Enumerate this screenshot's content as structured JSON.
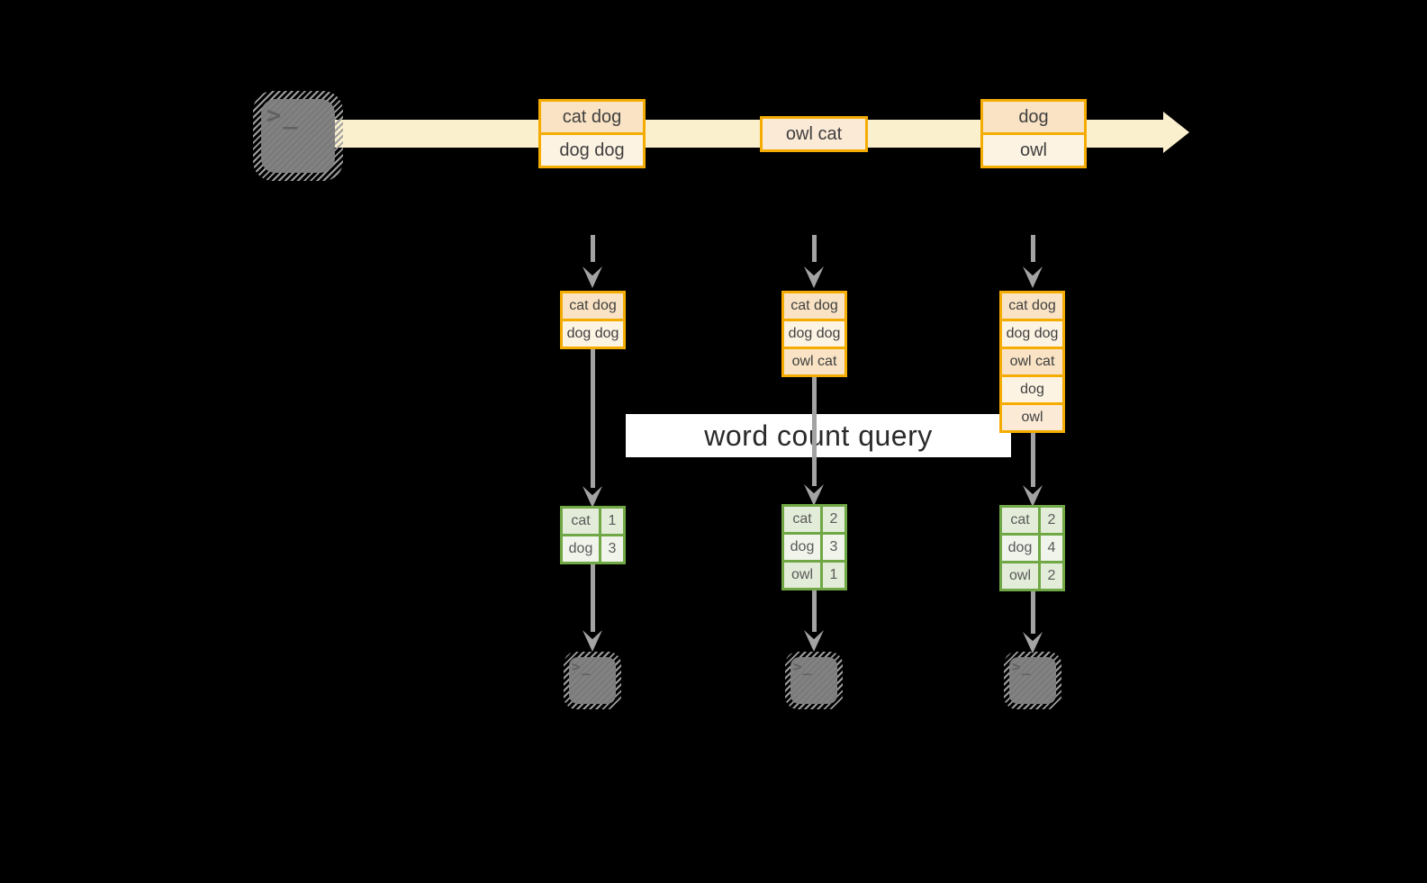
{
  "title_banner": {
    "label": "word count query"
  },
  "terminal": {
    "glyph": ">_"
  },
  "stream": {
    "events": [
      {
        "rows": [
          {
            "text": "cat dog"
          },
          {
            "text": "dog dog"
          }
        ]
      },
      {
        "rows": [
          {
            "text": "owl cat"
          }
        ]
      },
      {
        "rows": [
          {
            "text": "dog"
          },
          {
            "text": "owl"
          }
        ]
      }
    ]
  },
  "columns": [
    {
      "state_rows": [
        {
          "text": "cat dog"
        },
        {
          "text": "dog dog"
        }
      ],
      "table_rows": [
        {
          "word": "cat",
          "count": "1"
        },
        {
          "word": "dog",
          "count": "3"
        }
      ]
    },
    {
      "state_rows": [
        {
          "text": "cat dog"
        },
        {
          "text": "dog dog"
        },
        {
          "text": "owl cat"
        }
      ],
      "table_rows": [
        {
          "word": "cat",
          "count": "2"
        },
        {
          "word": "dog",
          "count": "3"
        },
        {
          "word": "owl",
          "count": "1"
        }
      ]
    },
    {
      "state_rows": [
        {
          "text": "cat dog"
        },
        {
          "text": "dog dog"
        },
        {
          "text": "owl cat"
        },
        {
          "text": "dog"
        },
        {
          "text": "owl"
        }
      ],
      "table_rows": [
        {
          "word": "cat",
          "count": "2"
        },
        {
          "word": "dog",
          "count": "4"
        },
        {
          "word": "owl",
          "count": "2"
        }
      ]
    }
  ],
  "colors": {
    "background": "#000000",
    "stream_band": "#FBF0CE",
    "orange_border": "#F5AC00",
    "orange_fill_dark": "#F9E3C4",
    "orange_fill_mid": "#FBEAD6",
    "orange_fill_light": "#FDF3E3",
    "orange_text": "#3F3F3F",
    "green_border": "#70A845",
    "green_fill_dark": "#E3ECD9",
    "green_fill_light": "#F0F4EB",
    "green_text": "#595959",
    "arrow_gray": "#A3A3A3",
    "banner_bg": "#FFFFFF",
    "banner_text": "#2B2B2B",
    "terminal_gray": "#828282"
  }
}
